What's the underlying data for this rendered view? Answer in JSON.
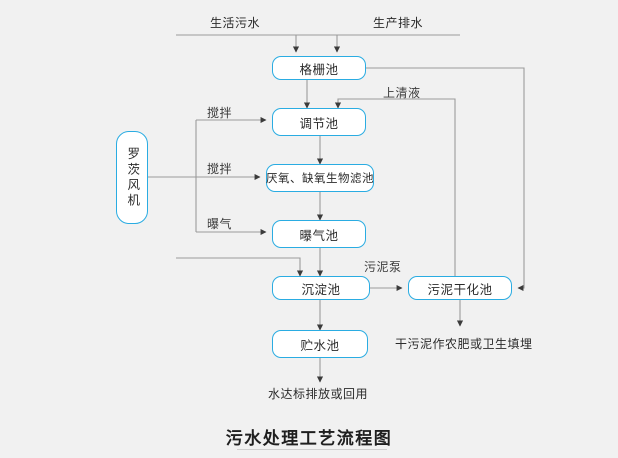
{
  "diagram": {
    "title": "污水处理工艺流程图",
    "background_color": "#f1f1f1",
    "node_border_color": "#2aace2",
    "wire_color": "#9a9a9a",
    "nodes": [
      {
        "id": "grid-tank",
        "label": "格栅池"
      },
      {
        "id": "blower",
        "label": "罗茨风机"
      },
      {
        "id": "regulating-tank",
        "label": "调节池"
      },
      {
        "id": "biofilter-tank",
        "label": "厌氧、缺氧生物滤池"
      },
      {
        "id": "aeration-tank",
        "label": "曝气池"
      },
      {
        "id": "sedimentation-tank",
        "label": "沉淀池"
      },
      {
        "id": "sludge-drying-tank",
        "label": "污泥干化池"
      },
      {
        "id": "water-storage-tank",
        "label": "贮水池"
      }
    ],
    "inputs": [
      {
        "id": "domestic-sewage",
        "label": "生活污水"
      },
      {
        "id": "industrial-drainage",
        "label": "生产排水"
      }
    ],
    "edge_labels": [
      {
        "id": "supernatant",
        "label": "上清液"
      },
      {
        "id": "stir-1",
        "label": "搅拌"
      },
      {
        "id": "stir-2",
        "label": "搅拌"
      },
      {
        "id": "aerate",
        "label": "曝气"
      },
      {
        "id": "sludge-pump",
        "label": "污泥泵"
      }
    ],
    "outputs": [
      {
        "id": "sludge-disposal",
        "label": "干污泥作农肥或卫生填埋"
      },
      {
        "id": "water-discharge",
        "label": "水达标排放或回用"
      }
    ]
  }
}
